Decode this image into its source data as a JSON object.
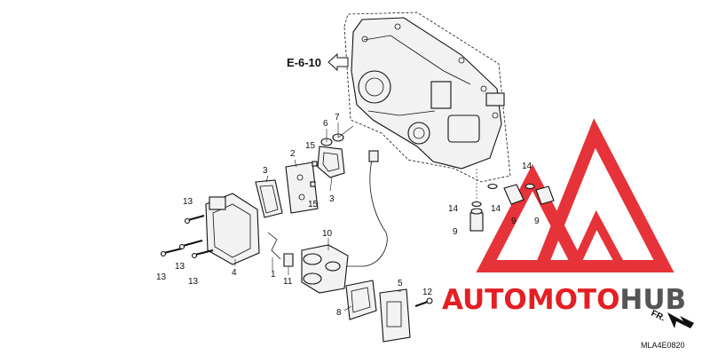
{
  "reference_label": "E-6-10",
  "diagram_code": "MLA4E0820",
  "front_label": "FR.",
  "watermark": {
    "part1": "AUTO",
    "part2": "MOTO",
    "part3": "HUB",
    "color_red": "#e31e24",
    "color_gray": "#555555"
  },
  "callouts": [
    {
      "id": "c1",
      "text": "1"
    },
    {
      "id": "c2",
      "text": "2"
    },
    {
      "id": "c3a",
      "text": "3"
    },
    {
      "id": "c3b",
      "text": "3"
    },
    {
      "id": "c4",
      "text": "4"
    },
    {
      "id": "c5",
      "text": "5"
    },
    {
      "id": "c6",
      "text": "6"
    },
    {
      "id": "c7",
      "text": "7"
    },
    {
      "id": "c8",
      "text": "8"
    },
    {
      "id": "c9a",
      "text": "9"
    },
    {
      "id": "c9b",
      "text": "9"
    },
    {
      "id": "c9c",
      "text": "9"
    },
    {
      "id": "c10",
      "text": "10"
    },
    {
      "id": "c11",
      "text": "11"
    },
    {
      "id": "c12",
      "text": "12"
    },
    {
      "id": "c13a",
      "text": "13"
    },
    {
      "id": "c13b",
      "text": "13"
    },
    {
      "id": "c13c",
      "text": "13"
    },
    {
      "id": "c13d",
      "text": "13"
    },
    {
      "id": "c14a",
      "text": "14"
    },
    {
      "id": "c14b",
      "text": "14"
    },
    {
      "id": "c14c",
      "text": "14"
    },
    {
      "id": "c15a",
      "text": "15"
    },
    {
      "id": "c15b",
      "text": "15"
    }
  ]
}
